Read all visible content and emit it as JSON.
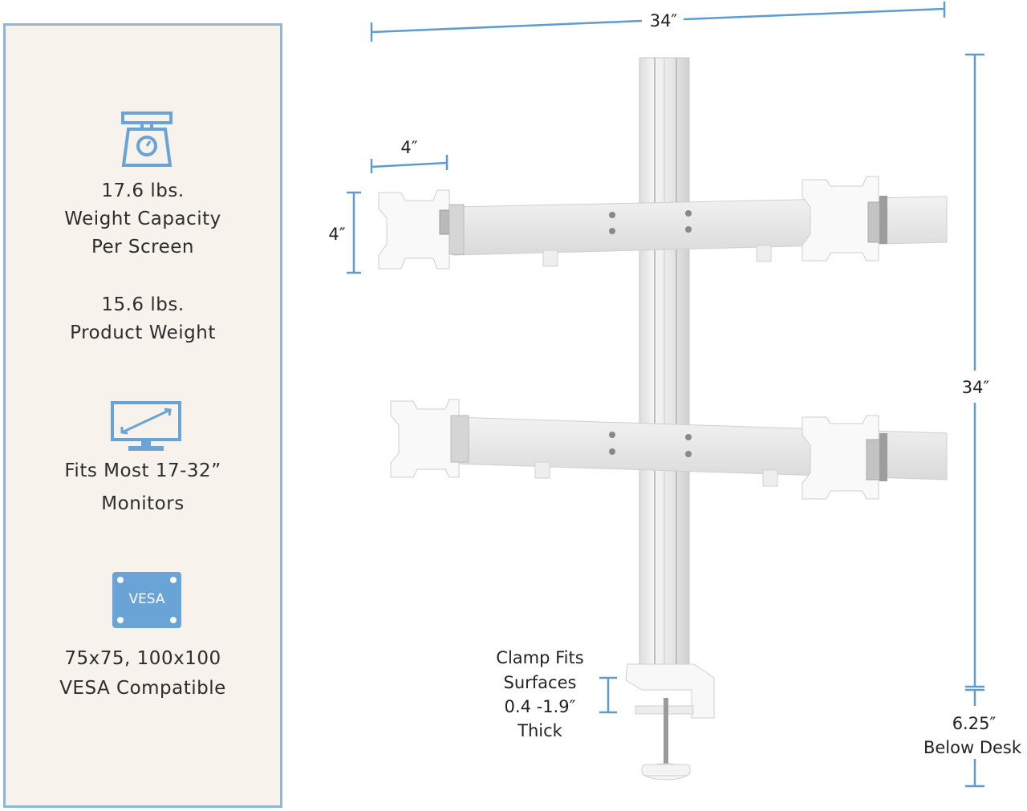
{
  "panel": {
    "weight_capacity": {
      "value": "17.6 lbs.",
      "line1": "Weight Capacity",
      "line2": "Per Screen"
    },
    "product_weight": {
      "value": "15.6 lbs.",
      "label": "Product Weight"
    },
    "monitor_fit": {
      "line1": "Fits Most 17-32”",
      "line2": "Monitors"
    },
    "vesa": {
      "badge": "VESA",
      "sizes": "75x75, 100x100",
      "label": "VESA Compatible"
    }
  },
  "dimensions": {
    "total_width": "34″",
    "mount_width": "4″",
    "mount_height": "4″",
    "pole_height": "34″",
    "below_desk_value": "6.25″",
    "below_desk_label": "Below Desk",
    "clamp": {
      "line1": "Clamp Fits",
      "line2": "Surfaces",
      "line3": "0.4 -1.9″",
      "line4": "Thick"
    }
  },
  "colors": {
    "accent_blue": "#5f9bcf",
    "panel_border": "#8eb6d9",
    "panel_bg": "#f7f2ec",
    "icon_blue": "#6aa3d6"
  },
  "icons": [
    "scale-icon",
    "monitor-icon",
    "vesa-badge-icon"
  ]
}
